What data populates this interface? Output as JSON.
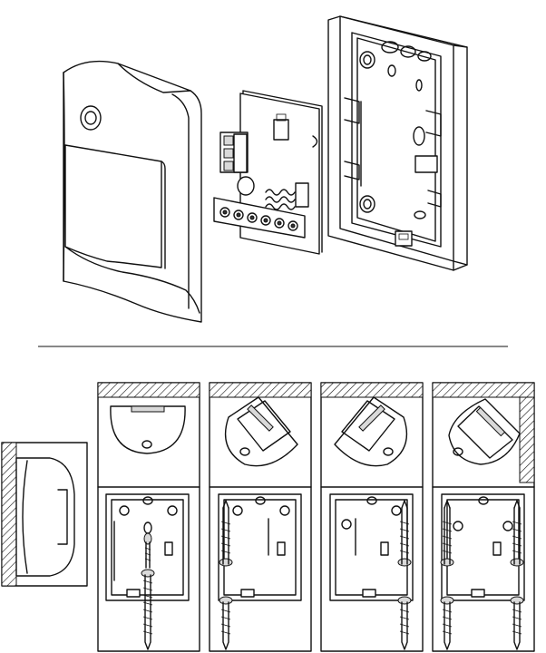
{
  "figure": {
    "type": "line-art-diagram",
    "background": "#ffffff",
    "line_color": "#111111",
    "top": {
      "components": [
        "sensor-cover",
        "circuit-board",
        "base-housing"
      ]
    },
    "bottom": {
      "mounting_options": [
        "flat-wall",
        "corner-45-left",
        "corner-45-right",
        "corner-inside"
      ]
    }
  }
}
